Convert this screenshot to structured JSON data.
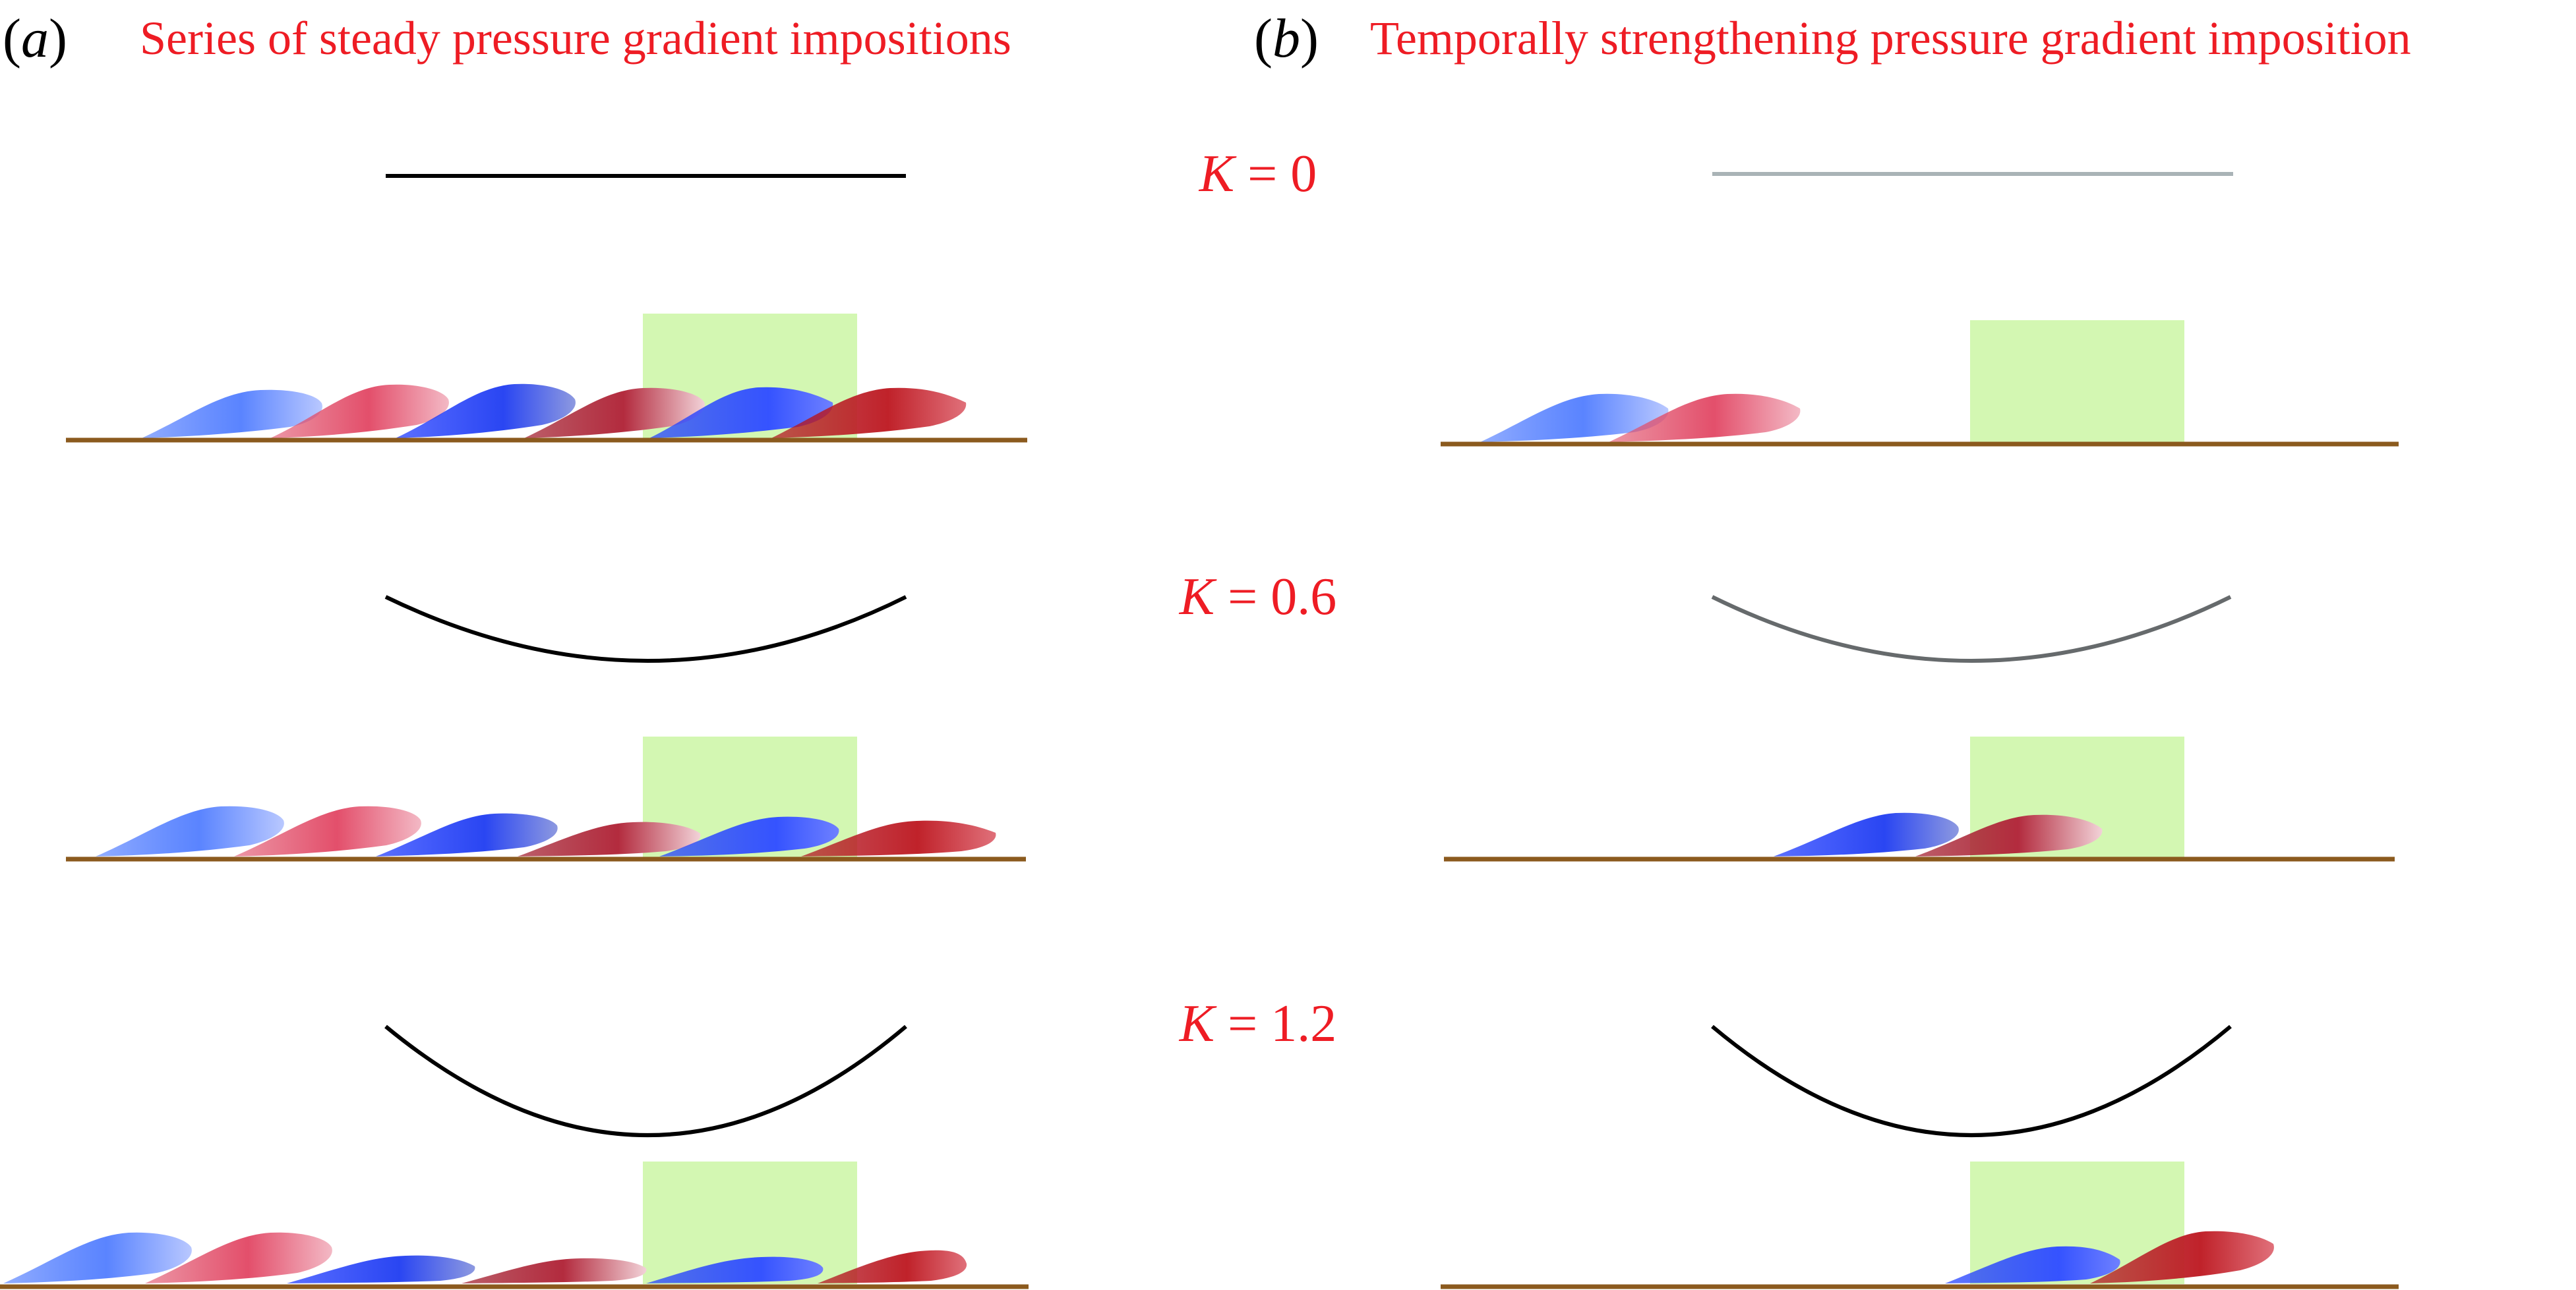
{
  "colors": {
    "title_red": "#ee1c24",
    "wall_brown": "#8b5a1e",
    "window_green": "#d3f7b2",
    "curve_black": "#000000",
    "curve_light_grey": "#a9b3b6",
    "curve_dark_grey": "#666a6c",
    "vortex_blue": "#3d5bff",
    "vortex_red": "#d6324e"
  },
  "panel_a": {
    "tag_open": "(",
    "tag_letter": "a",
    "tag_close": ")",
    "title": "Series of steady pressure gradient impositions"
  },
  "panel_b": {
    "tag_open": "(",
    "tag_letter": "b",
    "tag_close": ")",
    "title": "Temporally strengthening pressure gradient imposition"
  },
  "rows": [
    {
      "k_symbol": "K",
      "k_rest": " = 0"
    },
    {
      "k_symbol": "K",
      "k_rest": " = 0.6"
    },
    {
      "k_symbol": "K",
      "k_rest": " = 1.2"
    }
  ]
}
